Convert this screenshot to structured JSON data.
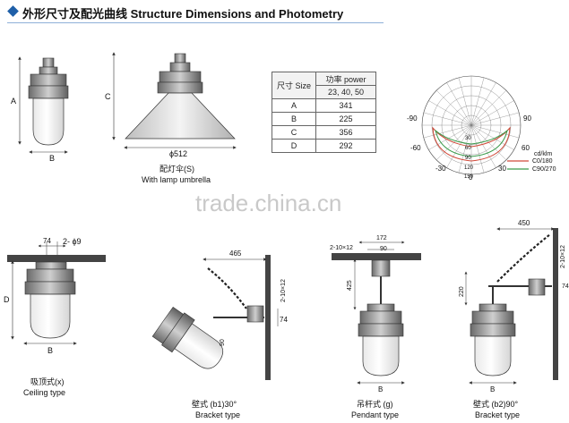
{
  "header": {
    "title": "外形尺寸及配光曲线 Structure Dimensions and Photometry"
  },
  "table": {
    "size_label": "尺寸 Size",
    "power_label": "功率 power",
    "power_values": "23, 40, 50",
    "rows": [
      {
        "size": "A",
        "value": "341"
      },
      {
        "size": "B",
        "value": "225"
      },
      {
        "size": "C",
        "value": "356"
      },
      {
        "size": "D",
        "value": "292"
      }
    ]
  },
  "umbrella": {
    "diameter": "ϕ512",
    "cn": "配灯伞(S)",
    "en": "With lamp umbrella",
    "dim_a": "A",
    "dim_b": "B",
    "dim_c": "C"
  },
  "polar": {
    "ticks_left": [
      "-90",
      "-60",
      "-30"
    ],
    "ticks_right": [
      "90",
      "60",
      "30"
    ],
    "bottom": "0",
    "radial": [
      "30",
      "60",
      "90",
      "120",
      "150"
    ],
    "unit": "cd/klm",
    "legend": [
      {
        "name": "C0/180",
        "color": "#d04a3a"
      },
      {
        "name": "C90/270",
        "color": "#3a9a4a"
      }
    ]
  },
  "watermark": "trade.china.cn",
  "ceiling": {
    "cn": "吸顶式(x)",
    "en": "Ceiling type",
    "dim_74": "74",
    "holes": "2- ϕ9",
    "dim_d": "D",
    "dim_b": "B"
  },
  "bracket30": {
    "cn": "壁式 (b1)30°",
    "en": "Bracket type",
    "dim_465": "465",
    "dim_bolts": "2-10×12",
    "dim_74": "74",
    "dim_90": "90"
  },
  "pendant": {
    "cn": "吊杆式 (g)",
    "en": "Pendant type",
    "dim_bolts": "2-10×12",
    "dim_172": "172",
    "dim_90": "90",
    "dim_425": "425",
    "dim_b": "B"
  },
  "bracket90": {
    "cn": "壁式 (b2)90°",
    "en": "Bracket type",
    "dim_450": "450",
    "dim_220": "220",
    "dim_bolts": "2-10×12",
    "dim_74": "74",
    "dim_b": "B"
  }
}
